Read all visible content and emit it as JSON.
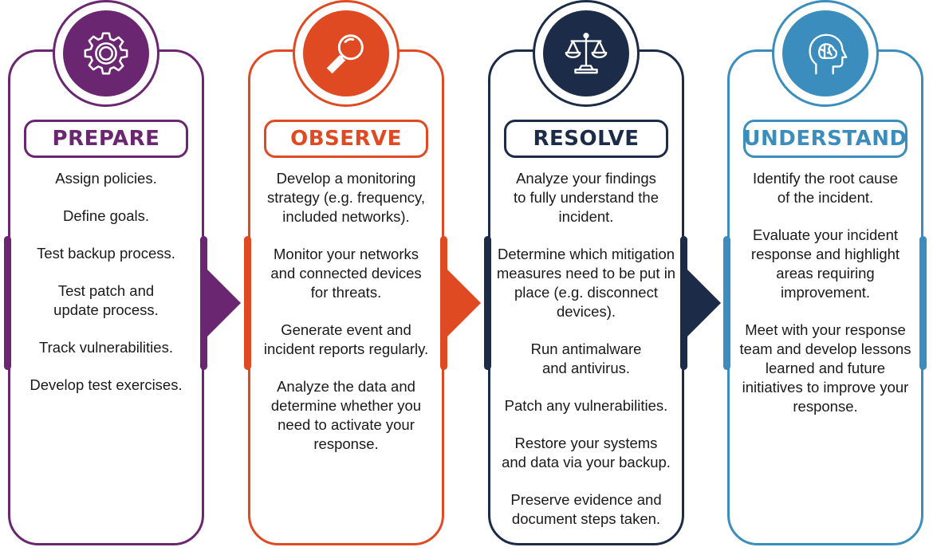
{
  "stages": [
    {
      "title": "PREPARE",
      "icon": "gear-icon",
      "color": "#6a2670",
      "items": [
        "Assign policies.",
        "Define goals.",
        "Test backup process.",
        "Test patch and update process.",
        "Track vulnerabilities.",
        "Develop test exercises."
      ]
    },
    {
      "title": "OBSERVE",
      "icon": "magnifying-glass-icon",
      "color": "#e04a22",
      "items": [
        "Develop a monitoring strategy (e.g. frequency, included networks).",
        "Monitor your networks and connected devices for threats.",
        "Generate event and incident reports regularly.",
        "Analyze the data and determine whether you need to activate your response."
      ]
    },
    {
      "title": "RESOLVE",
      "icon": "scales-icon",
      "color": "#1c2b48",
      "items": [
        "Analyze your findings to fully understand the incident.",
        "Determine which mitigation measures need to be put in place (e.g. disconnect devices).",
        "Run antimalware and antivirus.",
        "Patch any vulnerabilities.",
        "Restore your systems and data via your backup.",
        "Preserve evidence and document steps taken."
      ]
    },
    {
      "title": "UNDERSTAND",
      "icon": "head-brain-icon",
      "color": "#3b8dbd",
      "items": [
        "Identify the root cause of the incident.",
        "Evaluate your incident response and highlight areas requiring improvement.",
        "Meet with your response team and develop lessons learned and future initiatives to improve your response."
      ]
    }
  ]
}
